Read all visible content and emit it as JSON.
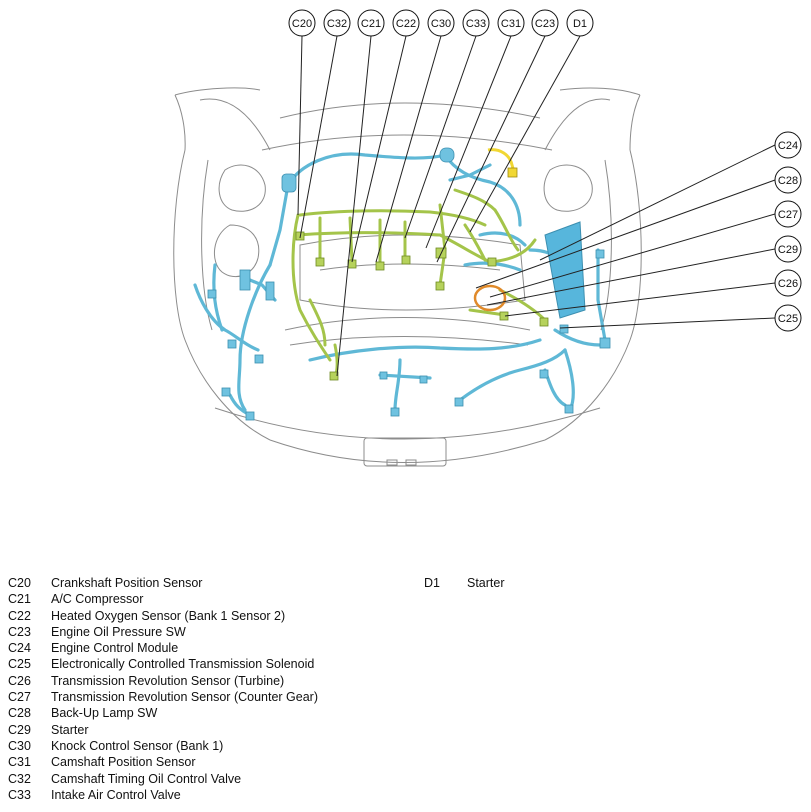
{
  "callouts_top": [
    "C20",
    "C32",
    "C21",
    "C22",
    "C30",
    "C33",
    "C31",
    "C23",
    "D1"
  ],
  "callouts_right": [
    "C24",
    "C28",
    "C27",
    "C29",
    "C26",
    "C25"
  ],
  "legend_left": [
    {
      "code": "C20",
      "label": "Crankshaft Position Sensor"
    },
    {
      "code": "C21",
      "label": "A/C Compressor"
    },
    {
      "code": "C22",
      "label": "Heated Oxygen Sensor (Bank 1 Sensor 2)"
    },
    {
      "code": "C23",
      "label": "Engine Oil Pressure SW"
    },
    {
      "code": "C24",
      "label": "Engine Control Module"
    },
    {
      "code": "C25",
      "label": "Electronically Controlled Transmission Solenoid"
    },
    {
      "code": "C26",
      "label": "Transmission Revolution Sensor (Turbine)"
    },
    {
      "code": "C27",
      "label": "Transmission Revolution Sensor (Counter Gear)"
    },
    {
      "code": "C28",
      "label": "Back-Up Lamp SW"
    },
    {
      "code": "C29",
      "label": "Starter"
    },
    {
      "code": "C30",
      "label": "Knock Control Sensor (Bank 1)"
    },
    {
      "code": "C31",
      "label": "Camshaft Position Sensor"
    },
    {
      "code": "C32",
      "label": "Camshaft Timing Oil Control Valve"
    },
    {
      "code": "C33",
      "label": "Intake Air Control Valve"
    }
  ],
  "legend_right": [
    {
      "code": "D1",
      "label": "Starter"
    }
  ],
  "colors": {
    "harness_blue": "#5fb8d6",
    "harness_green": "#a4c44a",
    "harness_yellow": "#f1d733",
    "harness_orange": "#e08a2a",
    "ecm_blue": "#57b6dc",
    "body_line": "#8c8c8c",
    "leader_line": "#222222"
  }
}
